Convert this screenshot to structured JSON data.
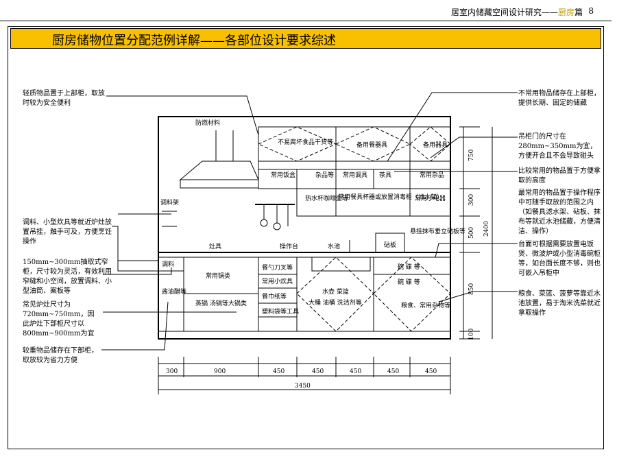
{
  "header": {
    "title_prefix": "居室内储藏空间设计研究——",
    "title_highlight": "厨房",
    "title_suffix": "篇",
    "page": "8"
  },
  "banner": "厨房储物位置分配范例详解——各部位设计要求综述",
  "notes_left": [
    "轻质物品置于上部柜，取放时较为安全便利",
    "调料、小型炊具等就近炉灶放置吊挂，触手可及，方便烹饪操作",
    "150mm~300mm抽取式窄柜，尺寸较为灵活，有效利用窄缝和小空间，放置调料、小型油筒、案板等",
    "常见炉灶尺寸为720mm~750mm，因此炉灶下部柜尺寸以800mm~900mm为宜",
    "较重物品储存在下部柜，取放较为省力方便"
  ],
  "notes_right": [
    "不常用物品储存在上部柜，提供长期、固定的储藏",
    "吊柜门的尺寸在280mm~350mm为宜，方便开合且不会导致碰头",
    "比较常用的物品置于方便拿取的高度",
    "最常用的物品置于操作程序中可随手取放的范围之内（如餐具滤水架、砧板、抹布等就近水池储藏，方便清洁、操作）",
    "台面可根据需要放置电饭煲、微波炉或小型消毒碗柜等，如台面长度不够，则也可嵌入吊柜中",
    "粮食、菜篮、菠萝等靠近水池放置，易于淘米洗菜就近拿取操作"
  ],
  "drawing": {
    "fire_material": "防燃材料",
    "upper": [
      "不易腐坏食品干货等",
      "备用餐器具",
      "备用器具"
    ],
    "upper_low": [
      "常用饭盒",
      "杂品等",
      "常用调具",
      "茶具",
      "常用杂品"
    ],
    "mid": [
      "热水杯咖啡壶等",
      "常用餐具杯器或放置消毒柜（滤水架）",
      "常用小电器",
      "悬挂抹布垂立砧板等"
    ],
    "rack": "调料架",
    "counter": [
      "灶具",
      "操作台",
      "水池",
      "砧板"
    ],
    "lower": [
      "调料",
      "酱油醋等",
      "常用锅类",
      "蒸锅 汤锅等大锅类",
      "餐勺刀叉等",
      "常用小炊具",
      "餐巾纸等",
      "塑料袋等工具",
      "水壶 菜篮",
      "大桶 油桶 洗洁剂等",
      "碗 碟 等",
      "碗 碟 等",
      "粮食、常用杂物等"
    ],
    "dims_bottom": [
      "300",
      "900",
      "450",
      "450",
      "450",
      "450",
      "450"
    ],
    "total": "3450",
    "dims_right": [
      "750",
      "300",
      "500",
      "850",
      "100"
    ],
    "height": "2400"
  }
}
